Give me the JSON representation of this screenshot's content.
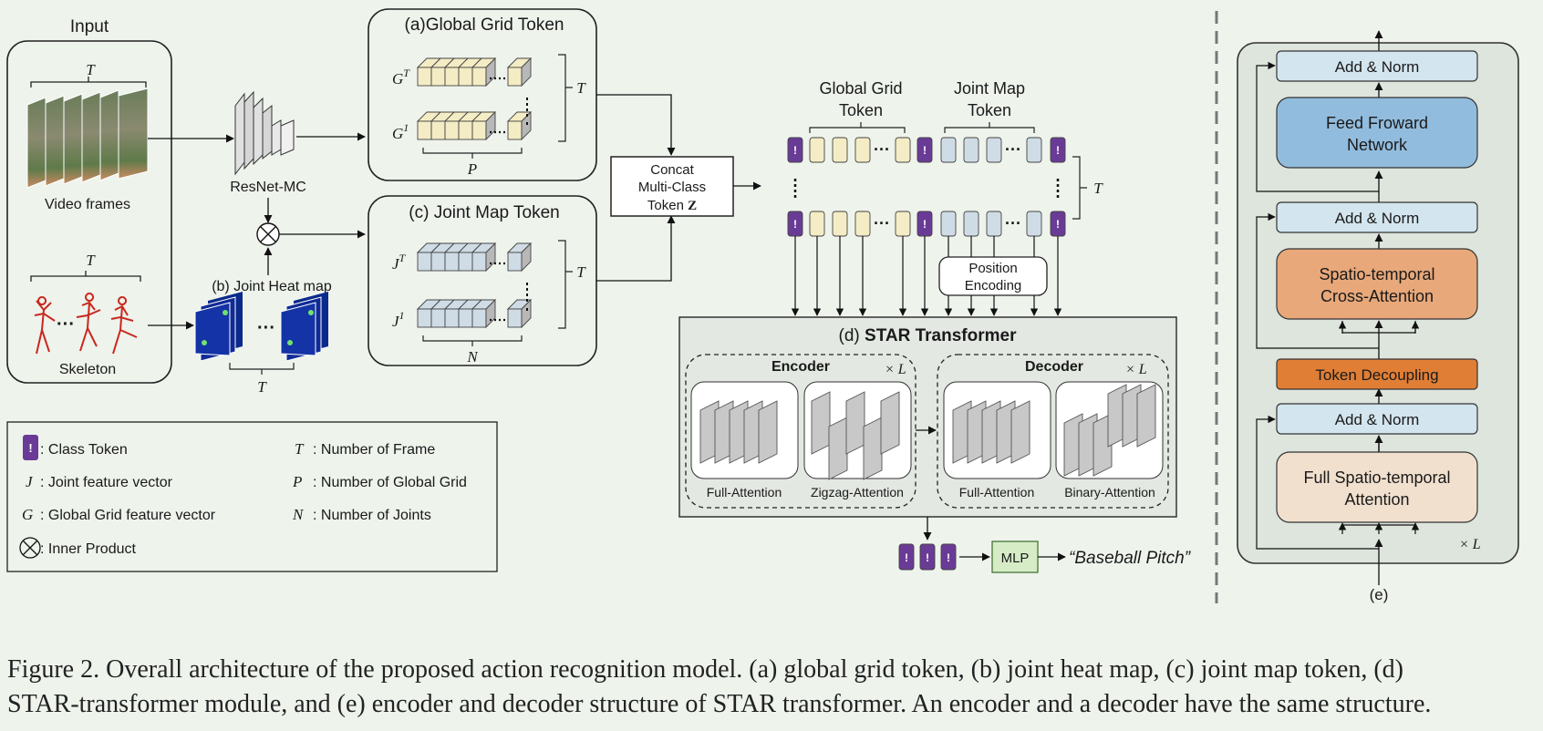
{
  "input_panel": {
    "title": "Input",
    "video_label": "Video frames",
    "skeleton_label": "Skeleton",
    "t_symbol": "T"
  },
  "resnet_label": "ResNet-MC",
  "heatmap": {
    "title": "(b) Joint Heat map",
    "t_symbol": "T"
  },
  "global_grid_token": {
    "title": "(a)Global Grid Token",
    "top_label": "G",
    "top_sup": "T",
    "bottom_label": "G",
    "bottom_sup": "1",
    "t_symbol": "T",
    "p_symbol": "P"
  },
  "joint_map_token": {
    "title": "(c) Joint Map Token",
    "top_label": "J",
    "top_sup": "T",
    "bottom_label": "J",
    "bottom_sup": "1",
    "t_symbol": "T",
    "n_symbol": "N"
  },
  "concat": {
    "line1": "Concat",
    "line2": "Multi-Class",
    "line3": "Token",
    "symbol": "Z"
  },
  "token_sequence": {
    "global_header": [
      "Global Grid",
      "Token"
    ],
    "joint_header": [
      "Joint Map",
      "Token"
    ],
    "class_mark": "!",
    "t_symbol": "T",
    "position_encoding": [
      "Position",
      "Encoding"
    ]
  },
  "star_transformer": {
    "prefix": "(d) ",
    "title": "STAR Transformer",
    "encoder": {
      "title": "Encoder",
      "repeat": "× L",
      "blocks": [
        "Full-Attention",
        "Zigzag-Attention"
      ]
    },
    "decoder": {
      "title": "Decoder",
      "repeat": "× L",
      "blocks": [
        "Full-Attention",
        "Binary-Attention"
      ]
    }
  },
  "output": {
    "mlp": "MLP",
    "prediction": "“Baseball Pitch”"
  },
  "legend": {
    "class_token": ": Class Token",
    "joint_vector": ": Joint feature vector",
    "grid_vector": ": Global Grid feature vector",
    "inner_product": ": Inner Product",
    "frames": ": Number of Frame",
    "grid_count": ": Number of Global Grid",
    "joints": ": Number of Joints",
    "sym_j": "J",
    "sym_g": "G",
    "sym_t": "T",
    "sym_p": "P",
    "sym_n": "N"
  },
  "block_e": {
    "add_norm": "Add & Norm",
    "feed_forward": [
      "Feed Froward",
      "Network"
    ],
    "cross_attention": [
      "Spatio-temporal",
      "Cross-Attention"
    ],
    "token_decoupling": "Token Decoupling",
    "full_attention": [
      "Full Spatio-temporal",
      "Attention"
    ],
    "repeat": "× L",
    "label": "(e)"
  },
  "caption": [
    "Figure 2. Overall architecture of the proposed action recognition model. (a) global grid token, (b) joint heat map, (c) joint map token, (d)",
    "STAR-transformer module, and (e) encoder and decoder structure of STAR transformer. An encoder and a decoder have the same structure."
  ],
  "colors": {
    "background": "#eef3ec",
    "grid_token": "#f4ecc4",
    "joint_token": "#cfdce6",
    "class_token": "#6a3b96",
    "feed_forward": "#92bcdd",
    "cross_attention": "#e8a87a",
    "token_decoupling": "#e07e36",
    "full_attention": "#f1e0ce",
    "add_norm": "#d3e5ee",
    "mlp": "#d6ecc7",
    "heatmap": "#102b96"
  }
}
